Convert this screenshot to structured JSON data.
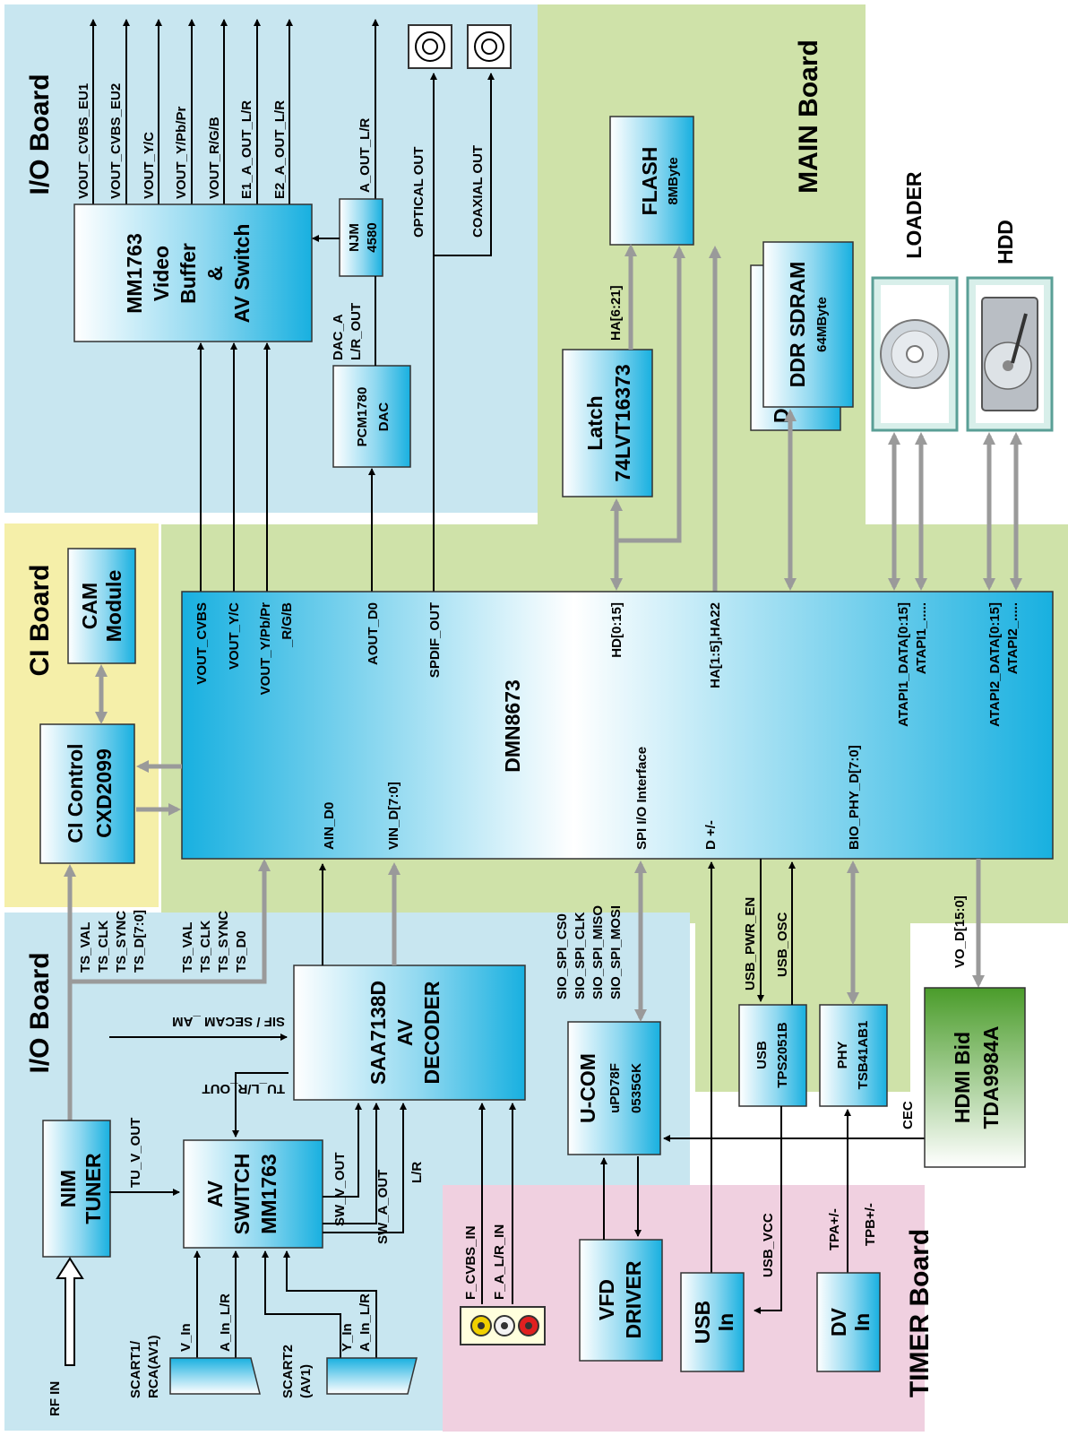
{
  "colors": {
    "io_board": "#c8e6f0",
    "ci_board": "#f5efa9",
    "main_board": "#cfe2a9",
    "timer_board": "#f0d0e0",
    "block_fill": "#18b0e0",
    "hdmi_fill": "#5fa83c",
    "arrow_gray": "#9a9a9a"
  },
  "boards": {
    "io_top": "I/O Board",
    "ci": "CI Board",
    "main": "MAIN Board",
    "io_bottom": "I/O Board",
    "timer": "TIMER Board"
  },
  "blocks": {
    "mm1763": [
      "MM1763",
      "Video",
      "Buffer",
      "&",
      "AV Switch"
    ],
    "njm": [
      "NJM",
      "4580"
    ],
    "pcm": [
      "PCM1780",
      "DAC"
    ],
    "latch": [
      "Latch",
      "74LVT16373"
    ],
    "flash": [
      "FLASH",
      "8MByte"
    ],
    "ddr": [
      "DDR SDRAM",
      "64MByte"
    ],
    "cam": [
      "CAM",
      "Module"
    ],
    "ci_control": [
      "CI Control",
      "CXD2099"
    ],
    "dmn": "DMN8673",
    "saa": [
      "SAA7138D",
      "AV",
      "DECODER"
    ],
    "ucom": [
      "U-COM",
      "uPD78F",
      "0535GK"
    ],
    "usb_tps": [
      "USB",
      "TPS2051B"
    ],
    "phy": [
      "PHY",
      "TSB41AB1"
    ],
    "hdmi": [
      "HDMI Bid",
      "TDA9984A"
    ],
    "nim": [
      "NIM",
      "TUNER"
    ],
    "av_switch": [
      "AV",
      "SWITCH",
      "MM1763"
    ],
    "vfd": [
      "VFD",
      "DRIVER"
    ],
    "usb_in": [
      "USB",
      "In"
    ],
    "dv_in": [
      "DV",
      "In"
    ]
  },
  "devices": {
    "loader": "LOADER",
    "hdd": "HDD",
    "ddr_partial": "D"
  },
  "signals": {
    "top_outputs": [
      "VOUT_CVBS_EU1",
      "VOUT_CVBS_EU2",
      "VOUT_Y/C",
      "VOUT_Y/Pb/Pr",
      "VOUT_R/G/B",
      "E1_A_OUT_L/R",
      "E2_A_OUT_L/R",
      "A_OUT_L/R"
    ],
    "optical_out": "OPTICAL OUT",
    "coaxial_out": "COAXIAL OUT",
    "dac_out": [
      "DAC_A",
      "L/R_OUT"
    ],
    "ha_6_21": "HA[6:21]",
    "dmn_top": [
      "VOUT_CVBS",
      "VOUT_Y/C",
      "VOUT_Y/Pb/Pr",
      "_R/G/B",
      "AOUT_D0",
      "SPDIF_OUT",
      "HD[0:15]",
      "HA[1:5],HA22",
      "ATAPI1_DATA[0:15]",
      "ATAPI1_.....",
      "ATAPI2_DATA[0:15]",
      "ATAPI2_....."
    ],
    "dmn_bottom": [
      "AIN_D0",
      "VIN_D[7:0]",
      "SPI I/O Interface",
      "D +/-",
      "BIO_PHY_D[7:0]"
    ],
    "ts_left": [
      "TS_VAL",
      "TS_CLK",
      "TS_SYNC",
      "TS_D[7:0]"
    ],
    "ts_right": [
      "TS_VAL",
      "TS_CLK",
      "TS_SYNC",
      "TS_D0"
    ],
    "spi": [
      "SIO_SPI_CS0",
      "SIO_SPI_CLK",
      "SIO_SPI_MISO",
      "SIO_SPI_MOSI"
    ],
    "usb_pwr_en": "USB_PWR_EN",
    "usb_osc": "USB_OSC",
    "vo_d": "VO_D[15:0]",
    "cec": "CEC",
    "sif": "SIF / SECAM _AM",
    "tu_lr_out": "TU_L/R_OUT",
    "tu_v_out": "TU_V_OUT",
    "sw_v_out": "SW_V_OUT",
    "sw_a_out": "SW_A_OUT",
    "lr": "L/R",
    "f_cvbs_in": "F_CVBS_IN",
    "f_alr_in": "F_A_L/R_IN",
    "usb_vcc": "USB_VCC",
    "tpa": "TPA+/-",
    "tpb": "TPB+/-",
    "rf_in": "RF IN",
    "scart1": [
      "SCART1/",
      "RCA(AV1)"
    ],
    "scart1_sig": [
      "V_In",
      "A_In_L/R"
    ],
    "scart2": [
      "SCART2",
      "(AV1)"
    ],
    "scart2_sig": [
      "Y_In",
      "A_In_L/R"
    ]
  }
}
